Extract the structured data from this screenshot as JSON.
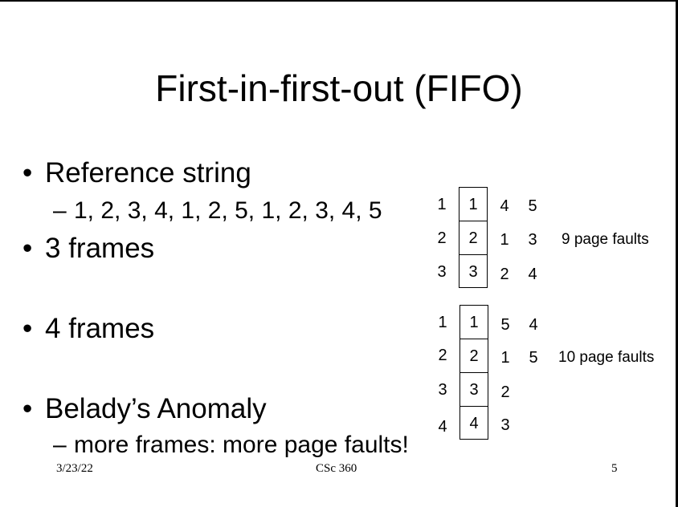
{
  "title": "First-in-first-out (FIFO)",
  "bullets": {
    "reference_string": "Reference string",
    "sequence": "1, 2, 3, 4, 1, 2, 5, 1, 2, 3, 4, 5",
    "three_frames": "3 frames",
    "four_frames": "4 frames",
    "belady": "Belady’s Anomaly",
    "belady_sub": "more frames: more page faults!"
  },
  "glyphs": {
    "bullet": "•",
    "dash": "–"
  },
  "table3": {
    "row_labels": [
      "1",
      "2",
      "3"
    ],
    "frames": [
      "1",
      "2",
      "3"
    ],
    "col1": [
      "4",
      "1",
      "2"
    ],
    "col2": [
      "5",
      "3",
      "4"
    ],
    "faults": "9 page faults"
  },
  "table4": {
    "row_labels": [
      "1",
      "2",
      "3",
      "4"
    ],
    "frames": [
      "1",
      "2",
      "3",
      "4"
    ],
    "col1": [
      "5",
      "1",
      "2",
      "3"
    ],
    "col2": [
      "4",
      "5"
    ],
    "faults": "10 page faults"
  },
  "footer": {
    "date": "3/23/22",
    "course": "CSc 360",
    "page": "5"
  }
}
